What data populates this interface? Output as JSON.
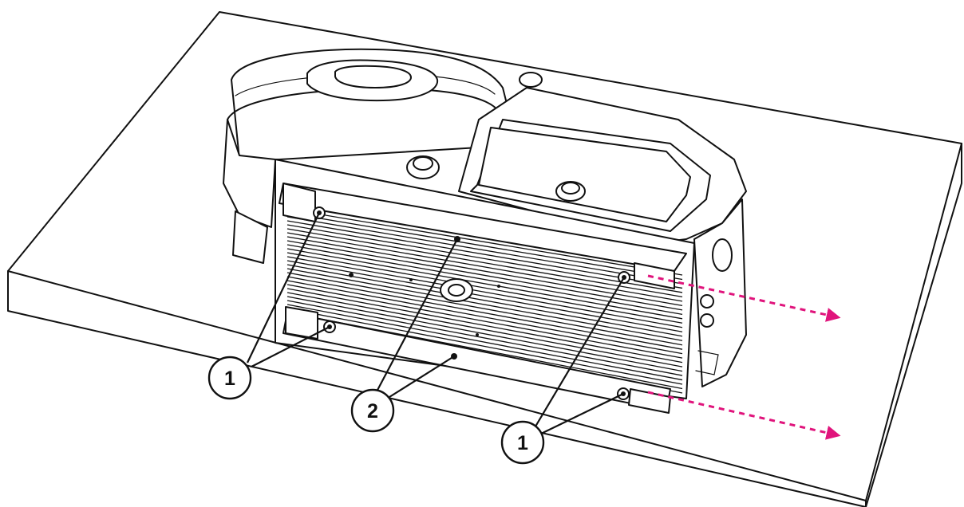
{
  "callouts": [
    {
      "id": "c1-left",
      "label": "1"
    },
    {
      "id": "c2-center",
      "label": "2"
    },
    {
      "id": "c1-right",
      "label": "1"
    }
  ],
  "colors": {
    "line": "#111111",
    "arrow": "#e0147c",
    "background": "#ffffff"
  }
}
